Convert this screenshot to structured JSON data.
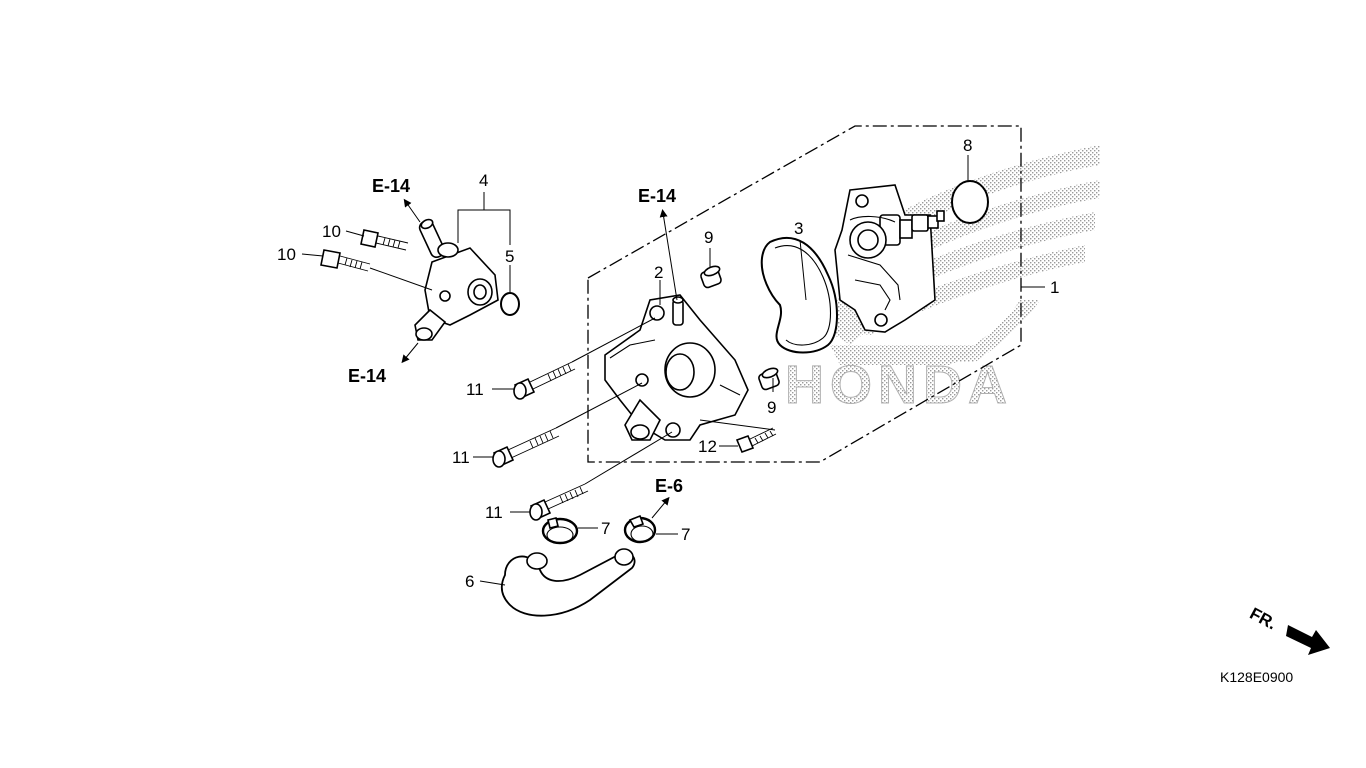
{
  "diagram": {
    "figure_code": "K128E0900",
    "direction_label": "FR.",
    "watermark_text": "HONDA",
    "ref_labels": {
      "e14_top_left": "E-14",
      "e14_bottom_left": "E-14",
      "e14_center": "E-14",
      "e6": "E-6"
    },
    "callouts": {
      "c1": "1",
      "c2": "2",
      "c3": "3",
      "c4": "4",
      "c5": "5",
      "c6": "6",
      "c7a": "7",
      "c7b": "7",
      "c8": "8",
      "c9a": "9",
      "c9b": "9",
      "c10a": "10",
      "c10b": "10",
      "c11a": "11",
      "c11b": "11",
      "c11c": "11",
      "c12": "12"
    }
  }
}
